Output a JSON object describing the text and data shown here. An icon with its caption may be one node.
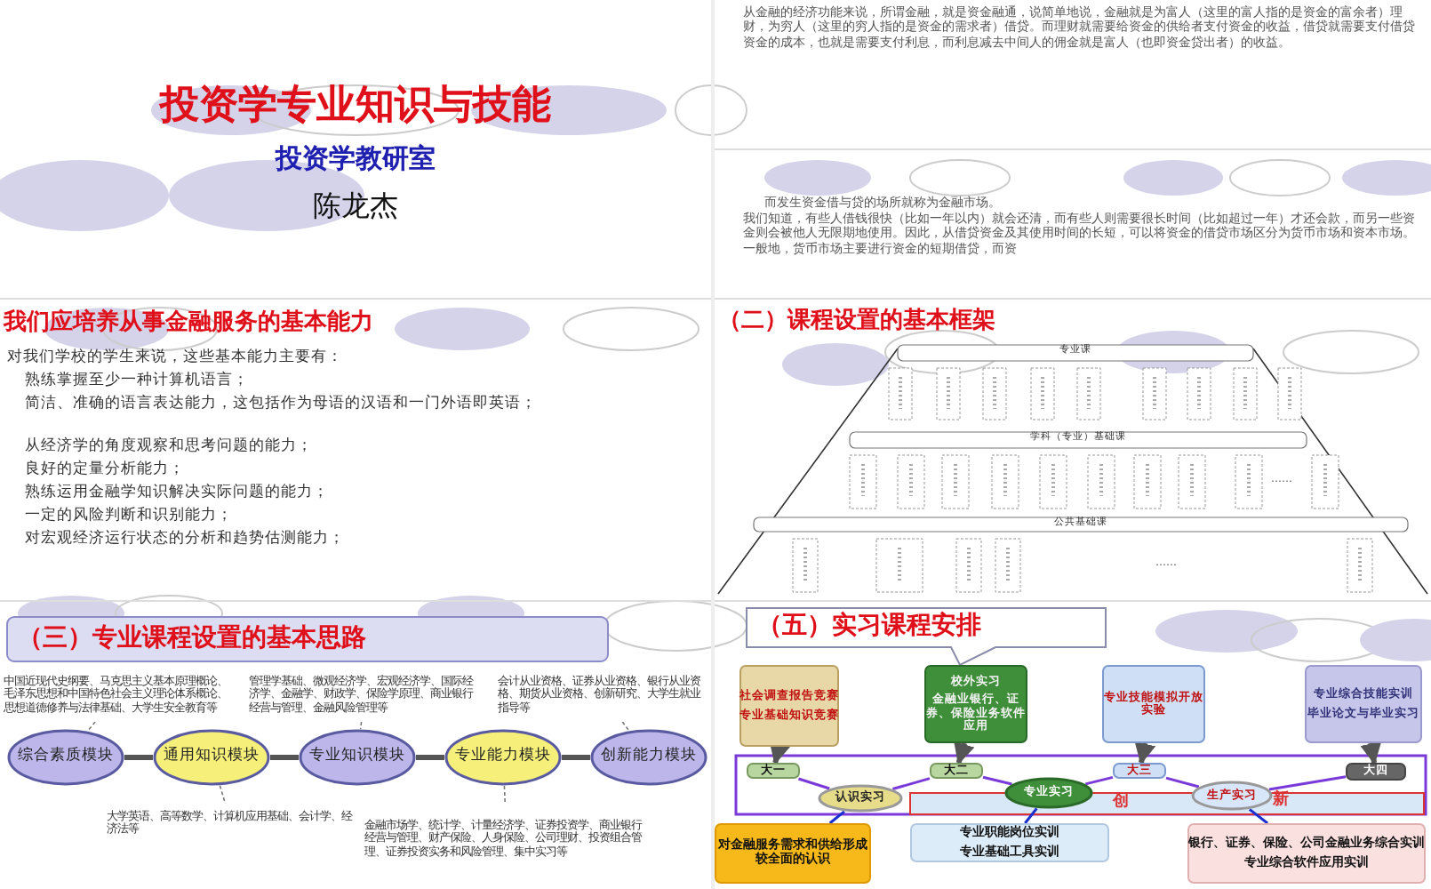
{
  "diagram": {
    "title": "投资学专业知识与技能",
    "nodes": [
      {
        "text": [
          "中国近现代史纲要、马克思主义基本原理概论、毛泽东思想和中国特色社会主义理论体系概论、思想道德修养与法律基础、大学生安全教育等"
        ]
      },
      {
        "text": [
          "综合素质模块"
        ]
      },
      {
        "text": [
          "通用知识模块"
        ]
      },
      {
        "text": [
          "大学英语、高等数学、计算机应用基础、会计学、经济法等"
        ]
      },
      {
        "text": [
          "管理学基础、微观经济学、宏观经济学、国际经济学、金融学、财政学、保险学原理、商业银行经营与管理、金融风险管理等"
        ]
      },
      {
        "text": [
          "专业知识模块"
        ]
      },
      {
        "text": [
          "专业能力模块"
        ]
      },
      {
        "text": [
          "金融市场学、统计学、计量经济学、证券投资学、商业银行经营与管理、财产保险、人身保险、公司理财、投资组合管理、证券投资实务和风险管理、集中实习等"
        ]
      },
      {
        "text": [
          "会计从业资格、证券从业资格、银行从业资格、期货从业资格、创新研究、大学生就业指导等"
        ]
      },
      {
        "text": [
          "创新能力模块"
        ]
      },
      {
        "text": [
          "社会调查报告竞赛",
          "专业基础知识竞赛"
        ]
      },
      {
        "text": [
          "校外实习",
          "金融业银行、证券、保险业务软件应用"
        ]
      },
      {
        "text": [
          "专业技能模拟开放实验"
        ]
      },
      {
        "text": [
          "专业综合技能实训",
          "毕业论文与毕业实习"
        ]
      },
      {
        "text": [
          "大一"
        ]
      },
      {
        "text": [
          "认识实习"
        ]
      },
      {
        "text": [
          "大二"
        ]
      },
      {
        "text": [
          "专业实习"
        ]
      },
      {
        "text": [
          "大三"
        ]
      },
      {
        "text": [
          "生产实习"
        ]
      },
      {
        "text": [
          "大四"
        ]
      },
      {
        "text": [
          "对金融服务需求和供给形成较全面的认识"
        ]
      },
      {
        "text": [
          "专业职能岗位实训",
          "专业基础工具实训"
        ]
      },
      {
        "text": [
          "银行、证券、保险、公司金融业务综合实训",
          "专业综合软件应用实训"
        ]
      }
    ],
    "edges": [
      {
        "from": 0,
        "to": 1,
        "arrow": "none",
        "style": "dashed"
      },
      {
        "from": 1,
        "to": 2,
        "arrow": "none",
        "style": "thick"
      },
      {
        "from": 2,
        "to": 3,
        "arrow": "none",
        "style": "dashed"
      },
      {
        "from": 2,
        "to": 5,
        "arrow": "none",
        "style": "thick"
      },
      {
        "from": 4,
        "to": 5,
        "arrow": "none",
        "style": "dashed"
      },
      {
        "from": 5,
        "to": 6,
        "arrow": "none",
        "style": "thick"
      },
      {
        "from": 6,
        "to": 7,
        "arrow": "none",
        "style": "dashed"
      },
      {
        "from": 6,
        "to": 9,
        "arrow": "none",
        "style": "thick"
      },
      {
        "from": 8,
        "to": 9,
        "arrow": "none",
        "style": "dashed"
      },
      {
        "from": 10,
        "to": 14,
        "arrow": "to",
        "style": "thick"
      },
      {
        "from": 11,
        "to": 16,
        "arrow": "to",
        "style": "thick"
      },
      {
        "from": 12,
        "to": 18,
        "arrow": "to",
        "style": "thick"
      },
      {
        "from": 13,
        "to": 20,
        "arrow": "to",
        "style": "thick"
      },
      {
        "from": 14,
        "to": 15,
        "arrow": "none",
        "color": "#7a3ad8"
      },
      {
        "from": 15,
        "to": 16,
        "arrow": "none",
        "color": "#7a3ad8"
      },
      {
        "from": 16,
        "to": 17,
        "arrow": "none",
        "color": "#7a3ad8"
      },
      {
        "from": 17,
        "to": 18,
        "arrow": "none",
        "color": "#7a3ad8"
      },
      {
        "from": 18,
        "to": 19,
        "arrow": "none",
        "color": "#7a3ad8"
      },
      {
        "from": 19,
        "to": 20,
        "arrow": "none",
        "color": "#7a3ad8"
      },
      {
        "from": 15,
        "to": 21,
        "arrow": "none",
        "color": "#1a2fd0"
      },
      {
        "from": 17,
        "to": 22,
        "arrow": "none",
        "color": "#1a2fd0"
      },
      {
        "from": 19,
        "to": 23,
        "arrow": "none",
        "color": "#1a2fd0"
      }
    ],
    "labels": [
      "投资学教研室",
      "陈龙杰",
      "从金融的经济功能来说，所谓金融，就是资金融通，说简单地说，金融就是为富人（这里的富人指的是资金的富余者）理财，为穷人（这里的穷人指的是资金的需求者）借贷。而理财就需要给资金的供给者支付资金的收益，借贷就需要支付借贷资金的成本，也就是需要支付利息，而利息减去中间人的佣金就是富人（也即资金贷出者）的收益。",
      "而发生资金借与贷的场所就称为金融市场。",
      "我们知道，有些人借钱很快（比如一年以内）就会还清，而有些人则需要很长时间（比如超过一年）才还会款，而另一些资金则会被他人无限期地使用。因此，从借贷资金及其使用时间的长短，可以将资金的借贷市场区分为货币市场和资本市场。一般地，货币市场主要进行资金的短期借贷，而资",
      "我们应培养从事金融服务的基本能力",
      "对我们学校的学生来说，这些基本能力主要有：",
      "熟练掌握至少一种计算机语言；",
      "简洁、准确的语言表达能力，这包括作为母语的汉语和一门外语即英语；",
      "从经济学的角度观察和思考问题的能力；",
      "良好的定量分析能力；",
      "熟练运用金融学知识解决实际问题的能力；",
      "一定的风险判断和识别能力；",
      "对宏观经济运行状态的分析和趋势估测能力；",
      "（二）课程设置的基本框架",
      "专业课",
      "学科（专业）基础课",
      "公共基础课",
      "……",
      "……",
      "（三）专业课程设置的基本思路",
      "（五）实习课程安排",
      "创",
      "新"
    ]
  }
}
